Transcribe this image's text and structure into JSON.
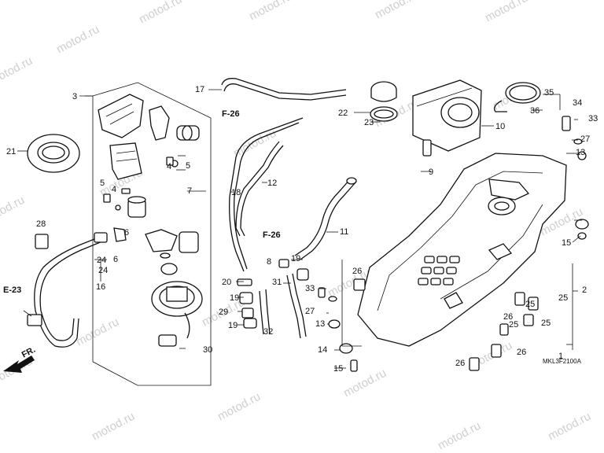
{
  "watermark": "motod.ru",
  "diagram_code": "MKL3F2100A",
  "direction_label": "FR.",
  "references": [
    "E-23",
    "F-26",
    "F-26"
  ],
  "callouts": [
    "1",
    "2",
    "3",
    "4",
    "4",
    "5",
    "5",
    "6",
    "6",
    "7",
    "8",
    "9",
    "10",
    "11",
    "12",
    "13",
    "13",
    "14",
    "15",
    "15",
    "16",
    "17",
    "18",
    "19",
    "19",
    "19",
    "20",
    "21",
    "22",
    "23",
    "24",
    "24",
    "25",
    "25",
    "25",
    "25",
    "26",
    "26",
    "26",
    "26",
    "27",
    "27",
    "28",
    "29",
    "30",
    "31",
    "32",
    "33",
    "33",
    "34",
    "35",
    "36"
  ]
}
